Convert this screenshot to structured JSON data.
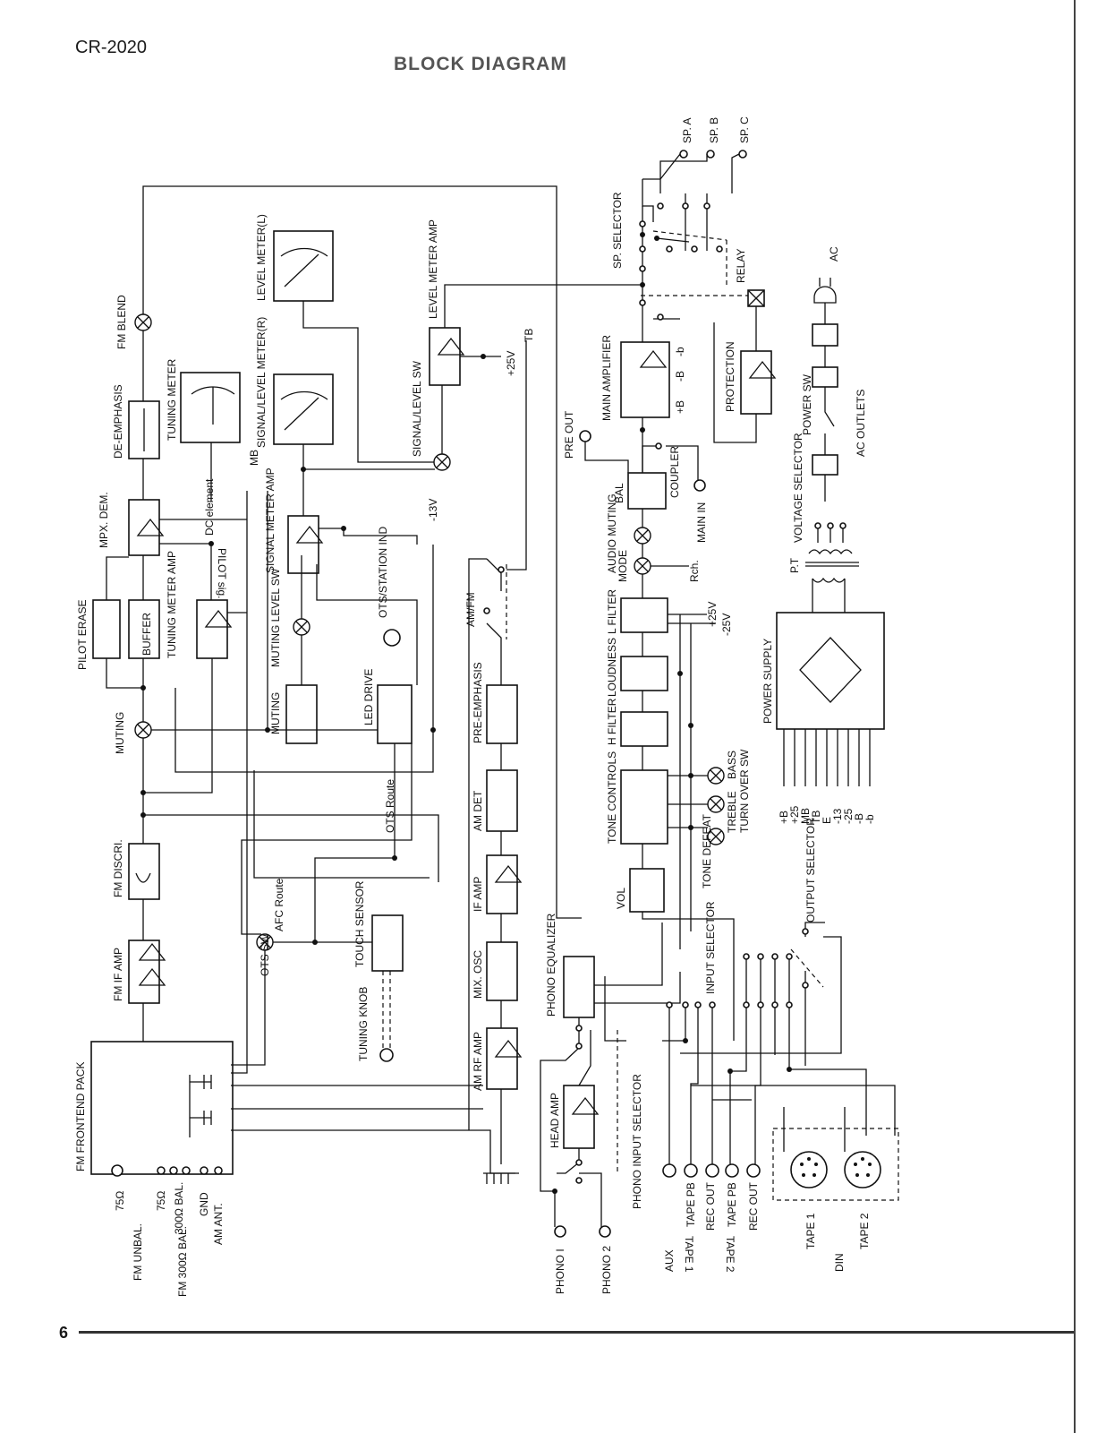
{
  "page": {
    "model": "CR-2020",
    "title": "BLOCK DIAGRAM",
    "page_number": "6"
  },
  "blocks": {
    "fm_frontend": "FM FRONTEND PACK",
    "fm_if_amp": "FM IF AMP",
    "fm_discri": "FM DISCRI.",
    "muting": "MUTING",
    "buffer": "BUFFER",
    "pilot_erase": "PILOT ERASE",
    "mpx_dem": "MPX. DEM.",
    "de_emphasis": "DE-EMPHASIS",
    "fm_blend": "FM BLEND",
    "tuning_meter_amp": "TUNING METER AMP",
    "tuning_meter": "TUNING METER",
    "dc_element": "DC element",
    "pilot_sig": "PILOT sig.",
    "mb": "MB",
    "signal_meter_amp": "SIGNAL METER AMP",
    "signal_level_meter_r": "SIGNAL/LEVEL METER(R)",
    "level_meter_l": "LEVEL METER(L)",
    "level_meter_amp": "LEVEL METER AMP",
    "signal_level_sw": "SIGNAL/LEVEL SW",
    "muting_level_sw": "MUTING LEVEL SW",
    "muting_block": "MUTING",
    "led_drive": "LED DRIVE",
    "ots_station_ind": "OTS/STATION IND",
    "ots_route": "OTS Route",
    "afc_route": "AFC Route",
    "ots_sw": "OTS SW",
    "touch_sensor": "TOUCH SENSOR",
    "tuning_knob": "TUNING KNOB",
    "minus13v": "-13V",
    "plus25v": "+25V",
    "tb": "TB",
    "am_fm": "AM/FM",
    "pre_emphasis": "PRE-EMPHASIS",
    "am_det": "AM DET",
    "if_amp": "IF AMP",
    "mix_osc": "MIX. OSC",
    "am_rf_amp": "AM RF AMP",
    "phono_equalizer": "PHONO EQUALIZER",
    "head_amp": "HEAD AMP",
    "phono_input_selector": "PHONO INPUT SELECTOR",
    "pre_out": "PRE OUT",
    "main_amplifier": "MAIN AMPLIFIER",
    "coupler": "COUPLER",
    "main_in": "MAIN IN",
    "bal": "BAL",
    "audio_muting": "AUDIO MUTING",
    "mode": "MODE",
    "rch": "Rch.",
    "l_filter": "L FILTER",
    "loudness": "LOUDNESS",
    "h_filter": "H FILTER",
    "tone_controls": "TONE CONTROLS",
    "bass": "BASS",
    "treble": "TREBLE",
    "turn_over_sw": "TURN OVER SW",
    "tone_defeat": "TONE DEFEAT",
    "vol": "VOL",
    "input_selector": "INPUT SELECTOR",
    "output_selector": "OUTPUT SELECTOR",
    "sp_selector": "SP. SELECTOR",
    "relay": "RELAY",
    "protection": "PROTECTION",
    "pw_plus25v": "+25V",
    "pw_minus25v": "-25V",
    "mpb": "+B",
    "mmb": "-B",
    "mb_small": "-b",
    "ac": "AC",
    "power_sw": "POWER SW",
    "ac_outlets": "AC OUTLETS",
    "voltage_selector": "VOLTAGE SELECTOR",
    "pt": "P.T",
    "power_supply": "POWER SUPPLY"
  },
  "speakers": [
    "SP. A",
    "SP. B",
    "SP. C"
  ],
  "power_rails": [
    "+B",
    "+25",
    "MB",
    "TB",
    "E",
    "-13",
    "-25",
    "-B",
    "-b"
  ],
  "antenna_terminals": [
    "75Ω",
    "75Ω",
    "300Ω BAL.",
    "GND",
    "AM ANT."
  ],
  "antenna_labels": [
    "FM UNBAL.",
    "FM 300Ω BAL."
  ],
  "phono_inputs": [
    "PHONO I",
    "PHONO 2"
  ],
  "tape_jacks": {
    "aux": "AUX",
    "tape1_pb": "TAPE PB",
    "tape1_rec": "REC OUT",
    "tape2_pb": "TAPE PB",
    "tape2_rec": "REC OUT",
    "tape1_group": "TAPE 1",
    "tape2_group": "TAPE 2",
    "din_tape1": "TAPE 1",
    "din_tape2": "TAPE 2",
    "din": "DIN"
  }
}
